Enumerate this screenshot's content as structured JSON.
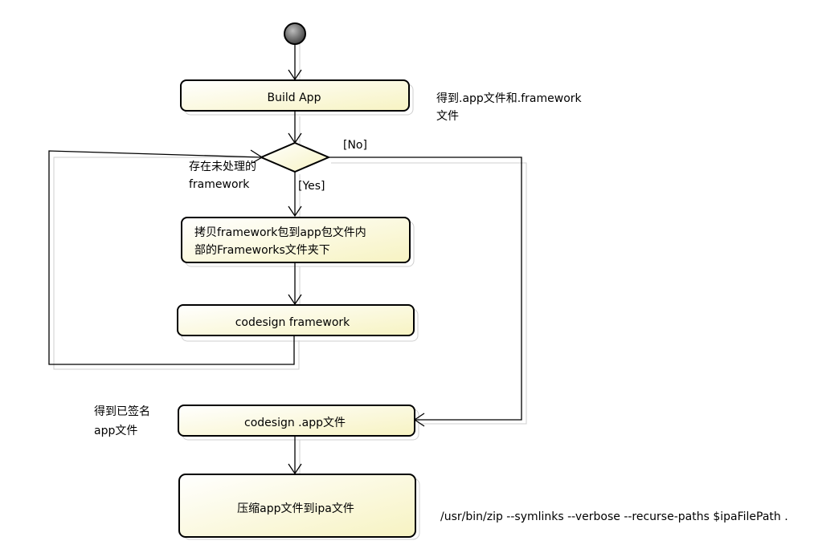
{
  "nodes": {
    "build_app": "Build App",
    "copy_framework_line1": "拷贝framework包到app包文件内",
    "copy_framework_line2": "部的Frameworks文件夹下",
    "codesign_framework": "codesign framework",
    "codesign_app": "codesign .app文件",
    "zip_ipa": "压缩app文件到ipa文件"
  },
  "guards": {
    "yes": "[Yes]",
    "no": "[No]"
  },
  "notes": {
    "build_output_line1": "得到.app文件和.framework",
    "build_output_line2": "文件",
    "decision_line1": "存在未处理的",
    "decision_line2": "framework",
    "signed_line1": "得到已签名",
    "signed_line2": "app文件",
    "zip_command": "/usr/bin/zip --symlinks --verbose --recurse-paths $ipaFilePath ."
  },
  "colors": {
    "node_fill_light": "#ffffff",
    "node_fill_dark": "#fbf8d0",
    "stroke": "#000000",
    "shadow": "#c8c8c8",
    "start_node": "#555555"
  }
}
